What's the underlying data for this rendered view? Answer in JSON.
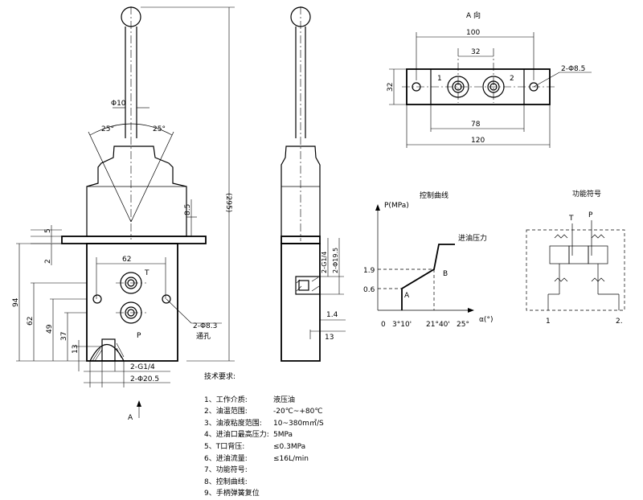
{
  "front_view": {
    "dia_handle": "Φ10",
    "angle_left": "25°",
    "angle_right": "25°",
    "overall_height": "(295)",
    "dim_5": "5",
    "dim_8_5": "8.5",
    "dim_2": "2",
    "dim_62_top": "62",
    "port_t": "T",
    "port_p": "P",
    "dim_94": "94",
    "dim_62": "62",
    "dim_49": "49",
    "dim_37": "37",
    "dim_13": "13",
    "hole_spec": "2-Φ8.3",
    "hole_note": "通孔",
    "thread_spec": "2-G1/4",
    "counterbore_spec": "2-Φ20.5",
    "view_arrow_label": "A"
  },
  "side_view": {
    "thread": "2-G1/4",
    "counterbore": "2-Φ19.5",
    "dim_1_4": "1.4",
    "dim_13": "13"
  },
  "view_a": {
    "title": "A 向",
    "dim_100": "100",
    "dim_32_top": "32",
    "dim_32_side": "32",
    "port_1": "1",
    "port_2": "2",
    "hole_spec": "2-Φ8.5",
    "dim_78": "78",
    "dim_120": "120"
  },
  "control_curve": {
    "title": "控制曲线",
    "y_axis_label": "P(MPa)",
    "x_axis_label": "α(°)",
    "annotation": "进油压力",
    "point_a": "A",
    "point_b": "B",
    "y_ticks": [
      "1.9",
      "0.6"
    ],
    "x_ticks": [
      "0",
      "3°10'",
      "21°40'",
      "25°"
    ]
  },
  "function_symbol": {
    "title": "功能符号",
    "port_t": "T",
    "port_p": "P",
    "port_1": "1",
    "port_2": "2."
  },
  "tech_requirements": {
    "title": "技术要求:",
    "items": [
      {
        "key": "1、工作介质:",
        "value": "液压油"
      },
      {
        "key": "2、油温范围:",
        "value": "-20℃~+80℃"
      },
      {
        "key": "3、油液粘度范围:",
        "value": "10~380m㎡/S"
      },
      {
        "key": "4、进油口最高压力:",
        "value": "5MPa"
      },
      {
        "key": "5、T口背压:",
        "value": "≤0.3MPa"
      },
      {
        "key": "6、进油流量:",
        "value": "≤16L/min"
      },
      {
        "key": "7、功能符号:",
        "value": ""
      },
      {
        "key": "8、控制曲线:",
        "value": ""
      },
      {
        "key": "9、手柄弹簧复位",
        "value": ""
      }
    ]
  }
}
